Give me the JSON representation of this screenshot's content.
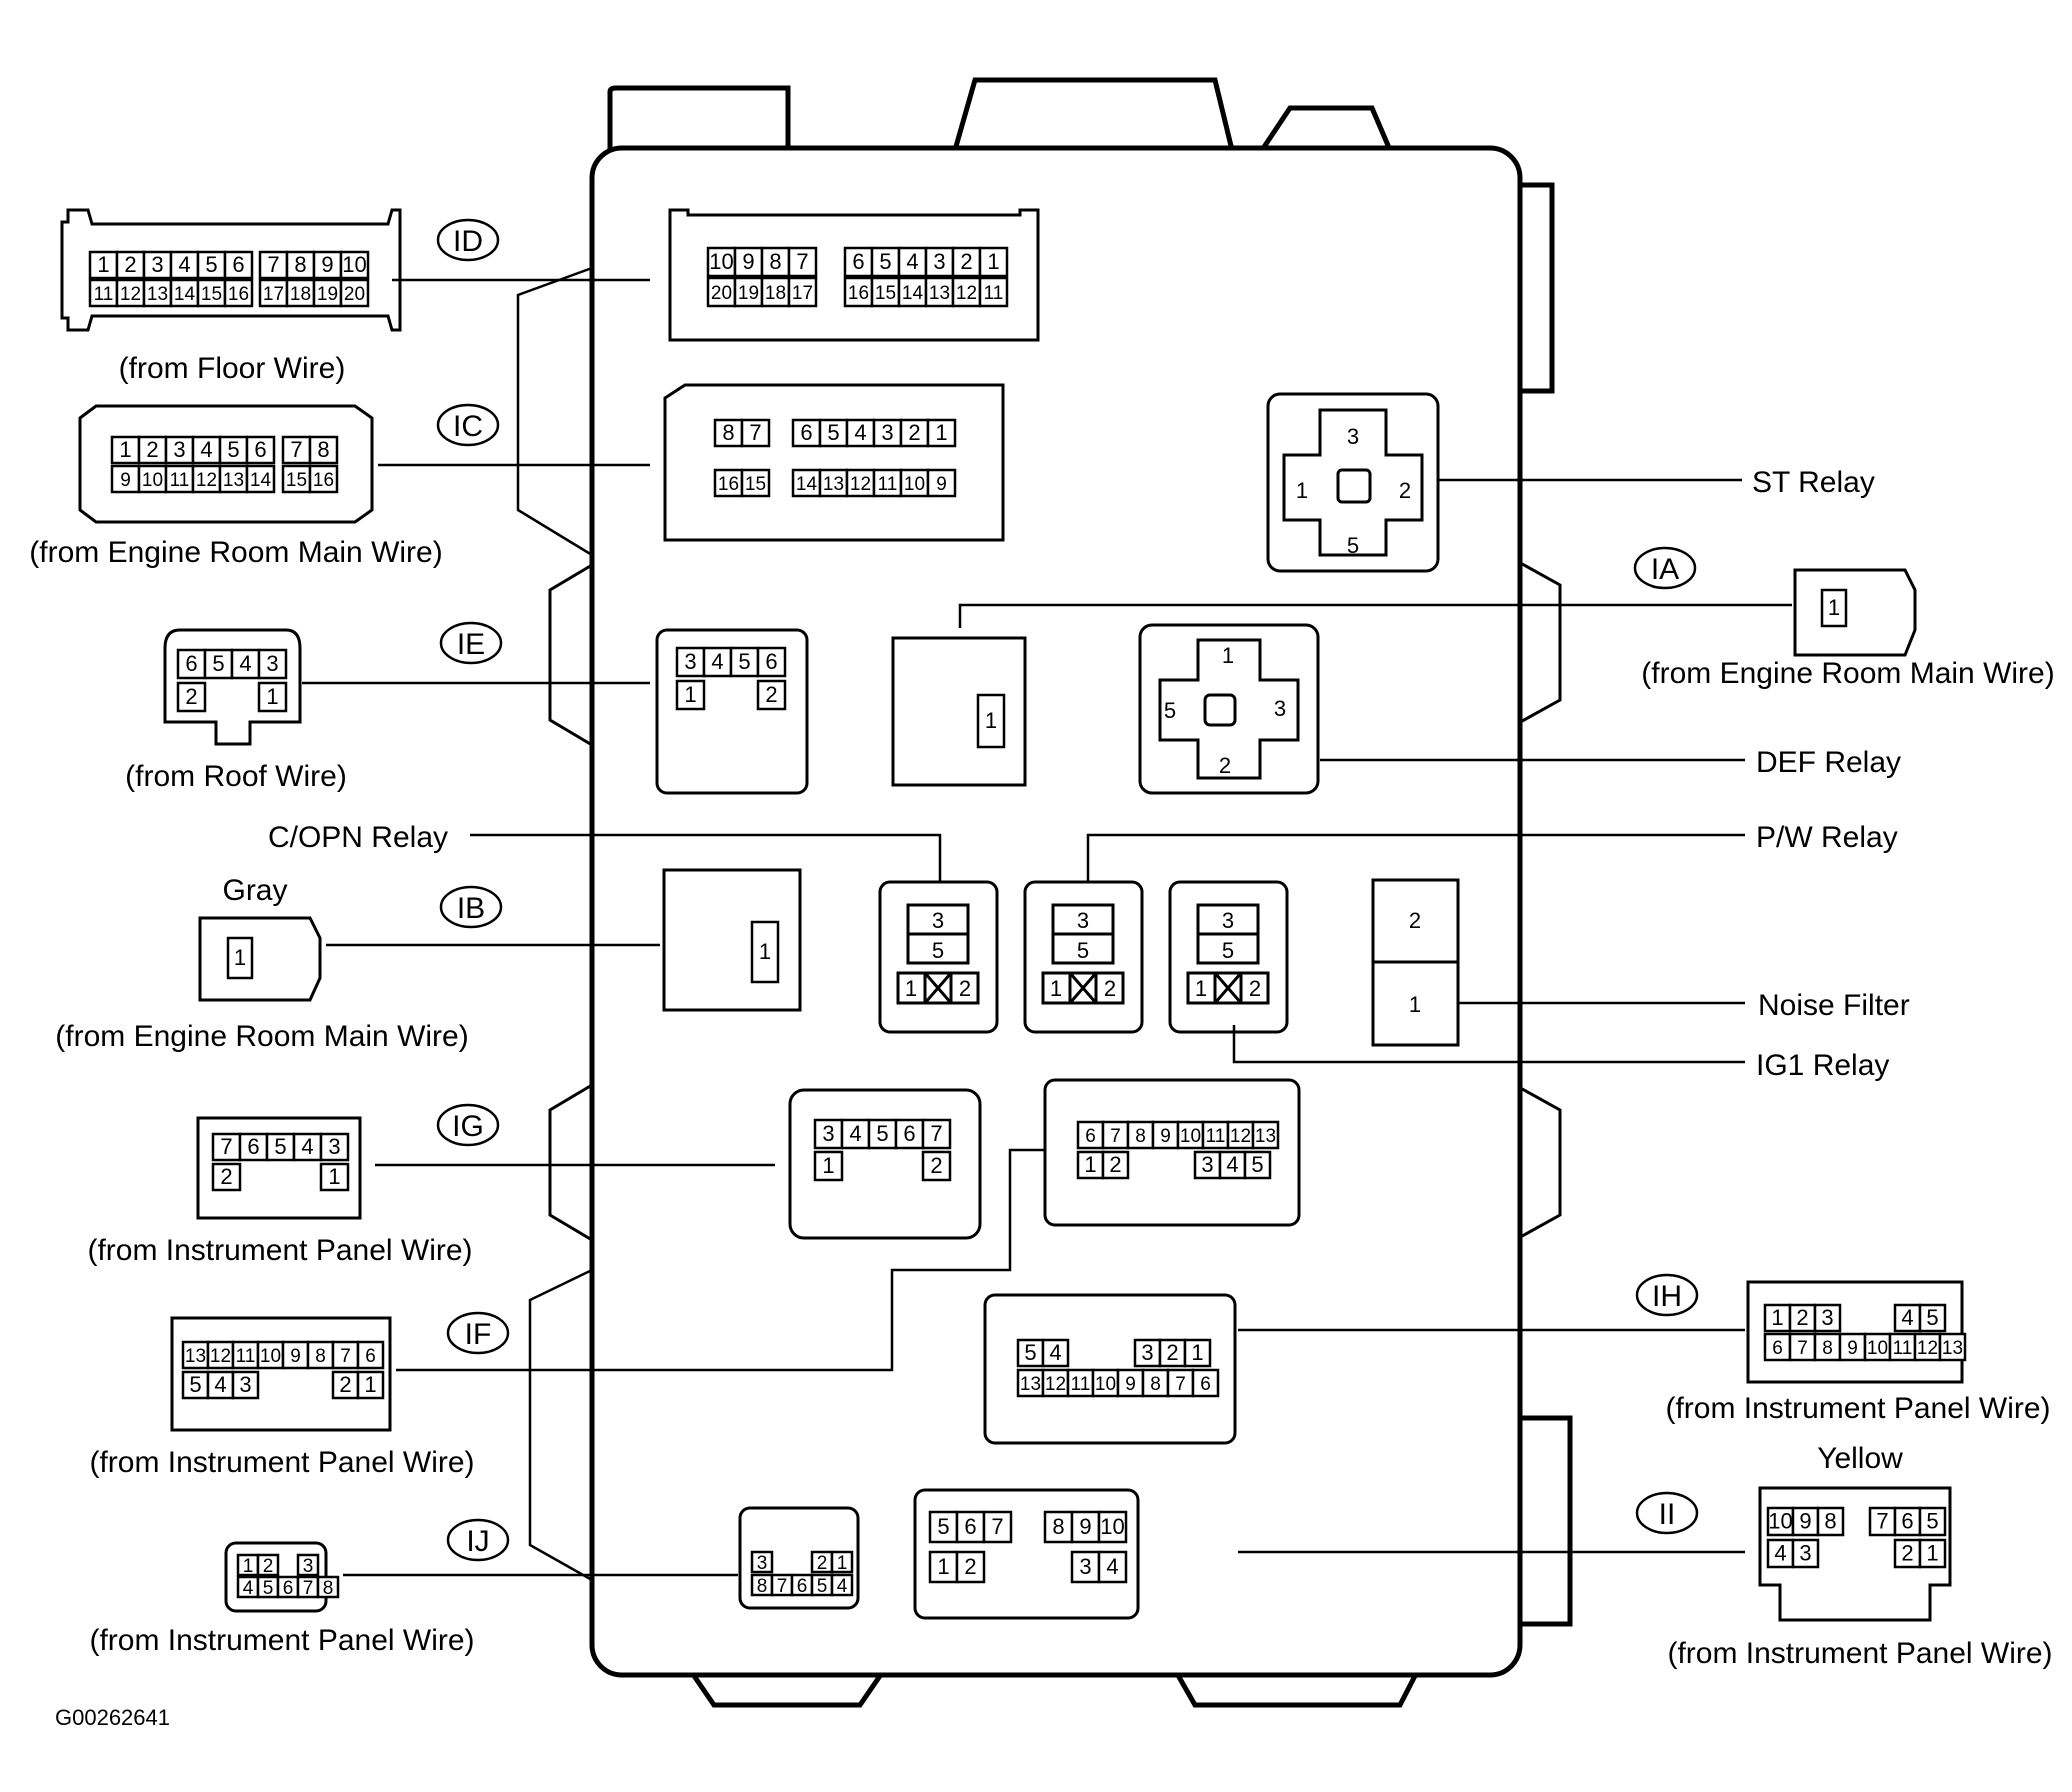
{
  "diagram_id": "G00262641",
  "connectors": {
    "ID": {
      "code": "ID",
      "source": "(from Floor Wire)",
      "plug_row1": [
        "1",
        "2",
        "3",
        "4",
        "5",
        "6",
        "7",
        "8",
        "9",
        "10"
      ],
      "plug_row2": [
        "11",
        "12",
        "13",
        "14",
        "15",
        "16",
        "17",
        "18",
        "19",
        "20"
      ],
      "socket_row1": [
        "10",
        "9",
        "8",
        "7",
        "6",
        "5",
        "4",
        "3",
        "2",
        "1"
      ],
      "socket_row2": [
        "20",
        "19",
        "18",
        "17",
        "16",
        "15",
        "14",
        "13",
        "12",
        "11"
      ]
    },
    "IC": {
      "code": "IC",
      "source": "(from Engine Room Main Wire)",
      "plug_row1": [
        "1",
        "2",
        "3",
        "4",
        "5",
        "6",
        "7",
        "8"
      ],
      "plug_row2": [
        "9",
        "10",
        "11",
        "12",
        "13",
        "14",
        "15",
        "16"
      ],
      "socket_row1": [
        "8",
        "7",
        "6",
        "5",
        "4",
        "3",
        "2",
        "1"
      ],
      "socket_row2": [
        "16",
        "15",
        "14",
        "13",
        "12",
        "11",
        "10",
        "9"
      ]
    },
    "IE": {
      "code": "IE",
      "source": "(from Roof Wire)",
      "plug_row1": [
        "6",
        "5",
        "4",
        "3"
      ],
      "plug_row2": [
        "2",
        "1"
      ],
      "socket_row1": [
        "3",
        "4",
        "5",
        "6"
      ],
      "socket_row2": [
        "1",
        "2"
      ]
    },
    "IA": {
      "code": "IA",
      "source": "(from Engine Room Main Wire)",
      "pin": "1"
    },
    "IB": {
      "code": "IB",
      "color": "Gray",
      "source": "(from Engine  Room Main Wire)",
      "pin": "1"
    },
    "IG": {
      "code": "IG",
      "source": "(from Instrument Panel Wire)",
      "plug_row1": [
        "7",
        "6",
        "5",
        "4",
        "3"
      ],
      "plug_row2": [
        "2",
        "1"
      ],
      "socket_row1": [
        "3",
        "4",
        "5",
        "6",
        "7"
      ],
      "socket_row2": [
        "1",
        "2"
      ]
    },
    "IF": {
      "code": "IF",
      "source": "(from Instrument Panel Wire)",
      "plug_row1": [
        "13",
        "12",
        "11",
        "10",
        "9",
        "8",
        "7",
        "6"
      ],
      "plug_row2": [
        "5",
        "4",
        "3",
        "2",
        "1"
      ],
      "socket_row1": [
        "6",
        "7",
        "8",
        "9",
        "10",
        "11",
        "12",
        "13"
      ],
      "socket_row2": [
        "1",
        "2",
        "3",
        "4",
        "5"
      ]
    },
    "IH": {
      "code": "IH",
      "source": "(from Instrument Panel Wire)",
      "plug_row1": [
        "1",
        "2",
        "3",
        "4",
        "5"
      ],
      "plug_row2": [
        "6",
        "7",
        "8",
        "9",
        "10",
        "11",
        "12",
        "13"
      ],
      "socket_row1": [
        "5",
        "4",
        "3",
        "2",
        "1"
      ],
      "socket_row2": [
        "13",
        "12",
        "11",
        "10",
        "9",
        "8",
        "7",
        "6"
      ]
    },
    "IJ": {
      "code": "IJ",
      "source": "(from Instrument Panel Wire)",
      "plug_row1": [
        "1",
        "2",
        "3"
      ],
      "plug_row2": [
        "4",
        "5",
        "6",
        "7",
        "8"
      ],
      "socket_row1": [
        "3",
        "2",
        "1"
      ],
      "socket_row2": [
        "8",
        "7",
        "6",
        "5",
        "4"
      ]
    },
    "II": {
      "code": "II",
      "color": "Yellow",
      "source": "(from Instrument Panel Wire)",
      "plug_row1": [
        "10",
        "9",
        "8",
        "7",
        "6",
        "5"
      ],
      "plug_row2": [
        "4",
        "3",
        "2",
        "1"
      ],
      "socket_row1": [
        "5",
        "6",
        "7",
        "8",
        "9",
        "10"
      ],
      "socket_row2": [
        "1",
        "2",
        "3",
        "4"
      ]
    }
  },
  "relays": {
    "st": {
      "label": "ST Relay",
      "pins": [
        "3",
        "1",
        "2",
        "5"
      ]
    },
    "def": {
      "label": "DEF Relay",
      "pins": [
        "1",
        "5",
        "3",
        "2"
      ]
    },
    "copn": {
      "label": "C/OPN Relay",
      "pins": [
        "3",
        "5",
        "1",
        "2"
      ]
    },
    "pw": {
      "label": "P/W Relay",
      "pins": [
        "3",
        "5",
        "1",
        "2"
      ]
    },
    "ig1": {
      "label": "IG1 Relay",
      "pins": [
        "3",
        "5",
        "1",
        "2"
      ]
    }
  },
  "noise_filter": {
    "label": "Noise Filter",
    "pins": [
      "2",
      "1"
    ]
  }
}
